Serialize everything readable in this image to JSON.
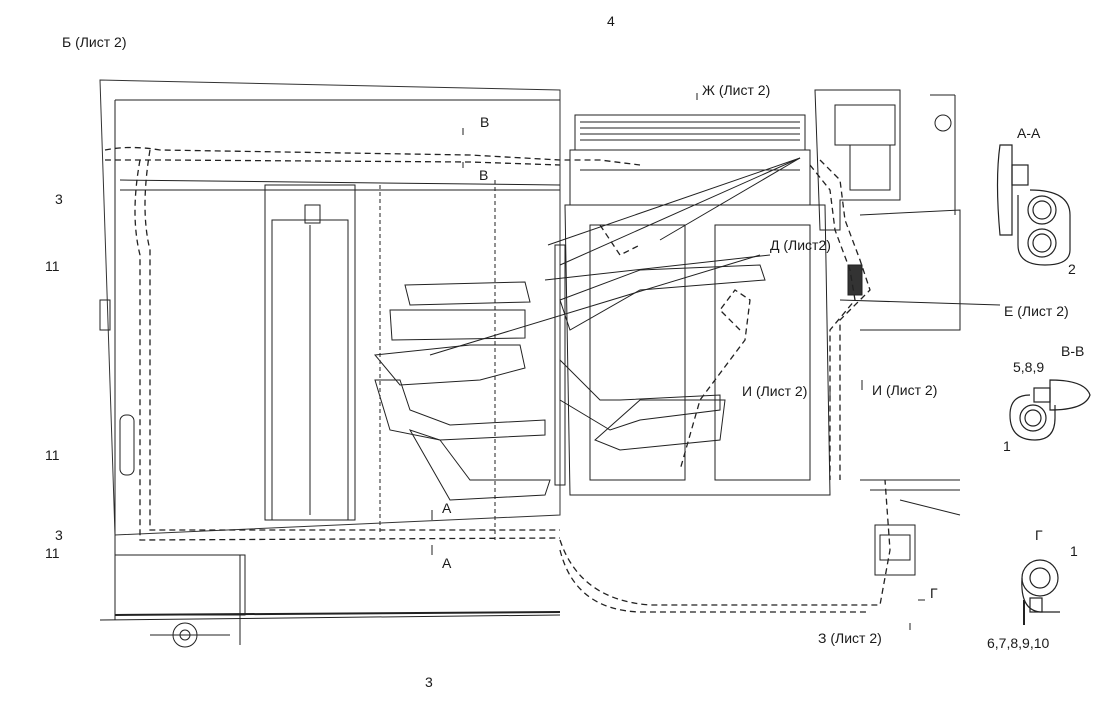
{
  "labels": {
    "b_list2": "Б (Лист 2)",
    "four": "4",
    "zh_list2": "Ж (Лист 2)",
    "v_top": "В",
    "v_bottom": "В",
    "three_left_top": "3",
    "eleven_top": "11",
    "d_list2": "Д (Лист2)",
    "e_list2": "Е (Лист 2)",
    "i_list2_a": "И (Лист 2)",
    "i_list2_b": "И (Лист 2)",
    "eleven_mid": "11",
    "a_top": "А",
    "a_bottom": "А",
    "three_left_bottom": "3",
    "eleven_bottom": "11",
    "g_arrow": "Г",
    "z_list2": "З (Лист 2)",
    "three_bottom": "3"
  },
  "sections": {
    "aa": {
      "title": "А-А",
      "callout": "2"
    },
    "vv": {
      "title": "В-В",
      "items": "5,8,9",
      "callout": "1"
    },
    "g": {
      "title": "Г",
      "callout": "1",
      "items": "6,7,8,9,10"
    }
  }
}
